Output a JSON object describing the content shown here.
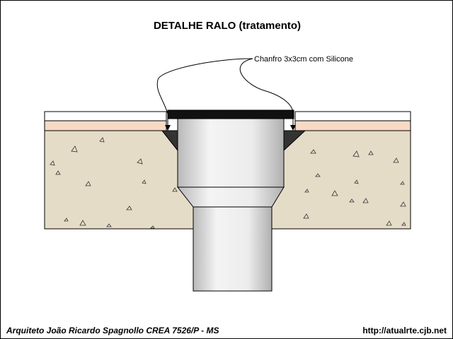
{
  "title": "DETALHE RALO (tratamento)",
  "callout": "Chanfro 3x3cm com Silicone",
  "footer": {
    "author": "Arquiteto João Ricardo Spagnollo CREA 7526/P - MS",
    "url": "http://atualrte.cjb.net"
  },
  "colors": {
    "concrete": "#e5dcc8",
    "mortar": "#f7d9c4",
    "tile": "#ffffff",
    "pipe": "#e0e0e0",
    "chamfer": "#333333",
    "grate": "#111111"
  }
}
